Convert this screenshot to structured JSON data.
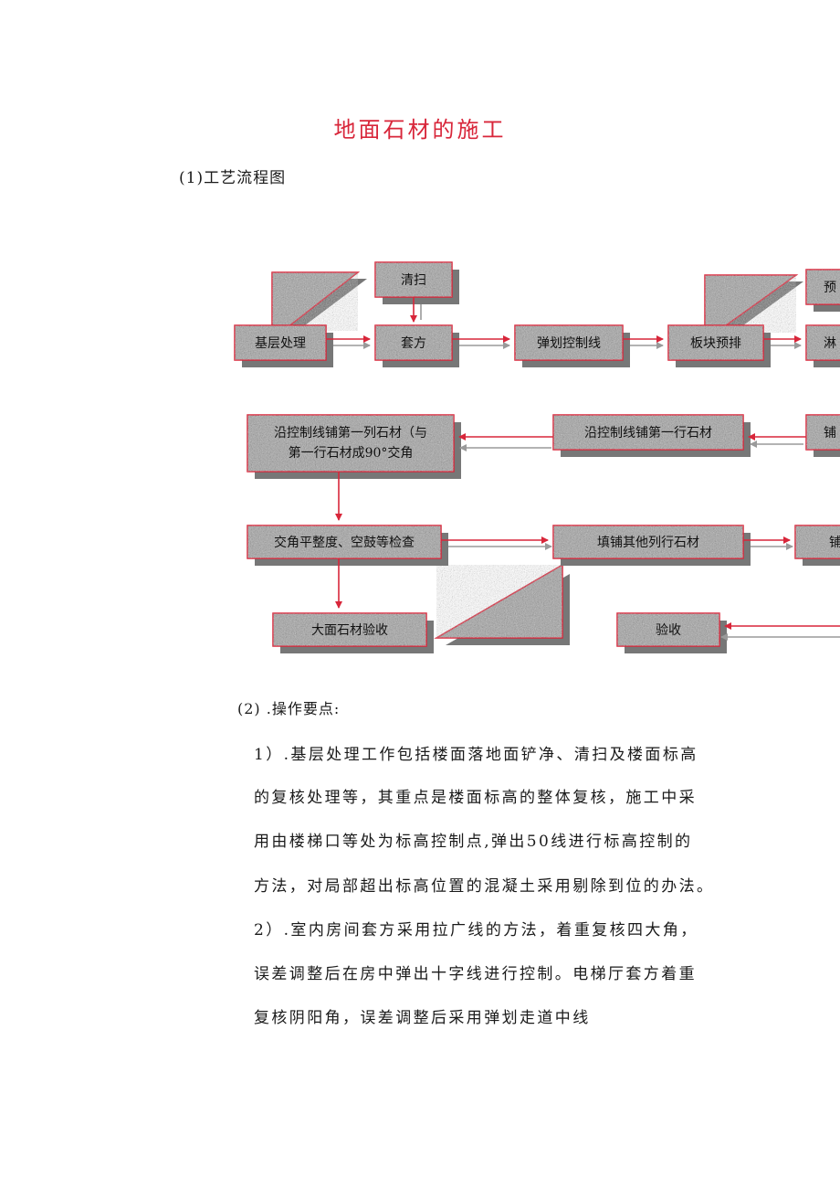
{
  "doc": {
    "title": "地面石材的施工",
    "section1": "(1)工艺流程图",
    "section2": "(2)  .操作要点:",
    "lines": [
      "1）.基层处理工作包括楼面落地面铲净、清扫及楼面标高",
      "的复核处理等，其重点是楼面标高的整体复核，施工中采",
      "用由楼梯口等处为标高控制点,弹出50线进行标高控制的",
      "方法，对局部超出标高位置的混凝土采用剔除到位的办法。",
      "2）.室内房间套方采用拉广线的方法，着重复核四大角，",
      "误差调整后在房中弹出十字线进行控制。电梯厅套方着重",
      "复核阴阳角，误差调整后采用弹划走道中线"
    ]
  },
  "flow": {
    "clean": "清扫",
    "pre": "预",
    "base": "基层处理",
    "square": "套方",
    "snap": "弹划控制线",
    "prearrange": "板块预排",
    "wet": "淋",
    "col1a": "沿控制线铺第一列石材（与",
    "col1b": "第一行石材成90°交角",
    "row1": "沿控制线铺第一行石材",
    "pave1": "铺",
    "check": "交角平整度、空鼓等检查",
    "fill": "填铺其他列行石材",
    "pave2": "铺",
    "bigcheck": "大面石材验收",
    "accept": "验收"
  },
  "colors": {
    "accent": "#d8263a",
    "box_border": "#d8263a",
    "arrow_red": "#d8263a",
    "arrow_gray": "#9a9a9a",
    "granite": "#9c9c9c"
  }
}
